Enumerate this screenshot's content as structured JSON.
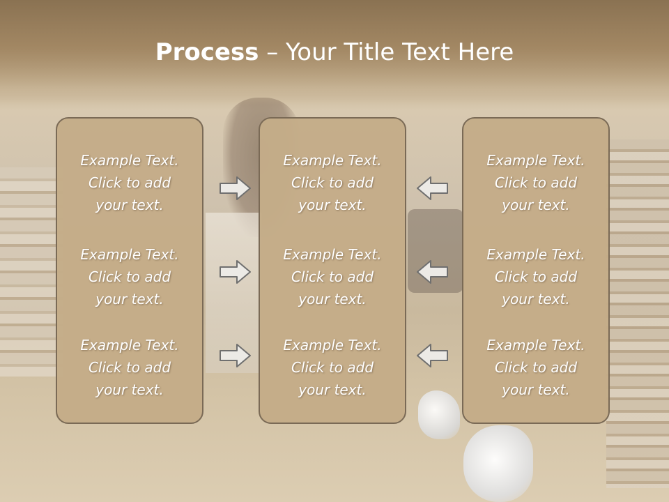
{
  "title": {
    "bold": "Process",
    "rest": " – Your Title Text Here"
  },
  "columns": [
    {
      "cells": [
        {
          "line1": "Example Text.",
          "line2": "Click  to add",
          "line3": "your text."
        },
        {
          "line1": "Example Text.",
          "line2": "Click  to add",
          "line3": "your text."
        },
        {
          "line1": "Example Text.",
          "line2": "Click  to add",
          "line3": "your text."
        }
      ]
    },
    {
      "cells": [
        {
          "line1": "Example Text.",
          "line2": "Click  to add",
          "line3": "your text."
        },
        {
          "line1": "Example Text.",
          "line2": "Click  to add",
          "line3": "your text."
        },
        {
          "line1": "Example Text.",
          "line2": "Click  to add",
          "line3": "your text."
        }
      ]
    },
    {
      "cells": [
        {
          "line1": "Example Text.",
          "line2": "Click  to add",
          "line3": "your text."
        },
        {
          "line1": "Example Text.",
          "line2": "Click  to add",
          "line3": "your text."
        },
        {
          "line1": "Example Text.",
          "line2": "Click  to add",
          "line3": "your text."
        }
      ]
    }
  ],
  "icons": {
    "left_arrows": "arrow-right-icon",
    "right_arrows": "arrow-left-icon"
  },
  "colors": {
    "box_fill": "#c4ac88",
    "box_border": "#7a6a56",
    "title_band": "#a28763",
    "text": "#ffffff"
  }
}
